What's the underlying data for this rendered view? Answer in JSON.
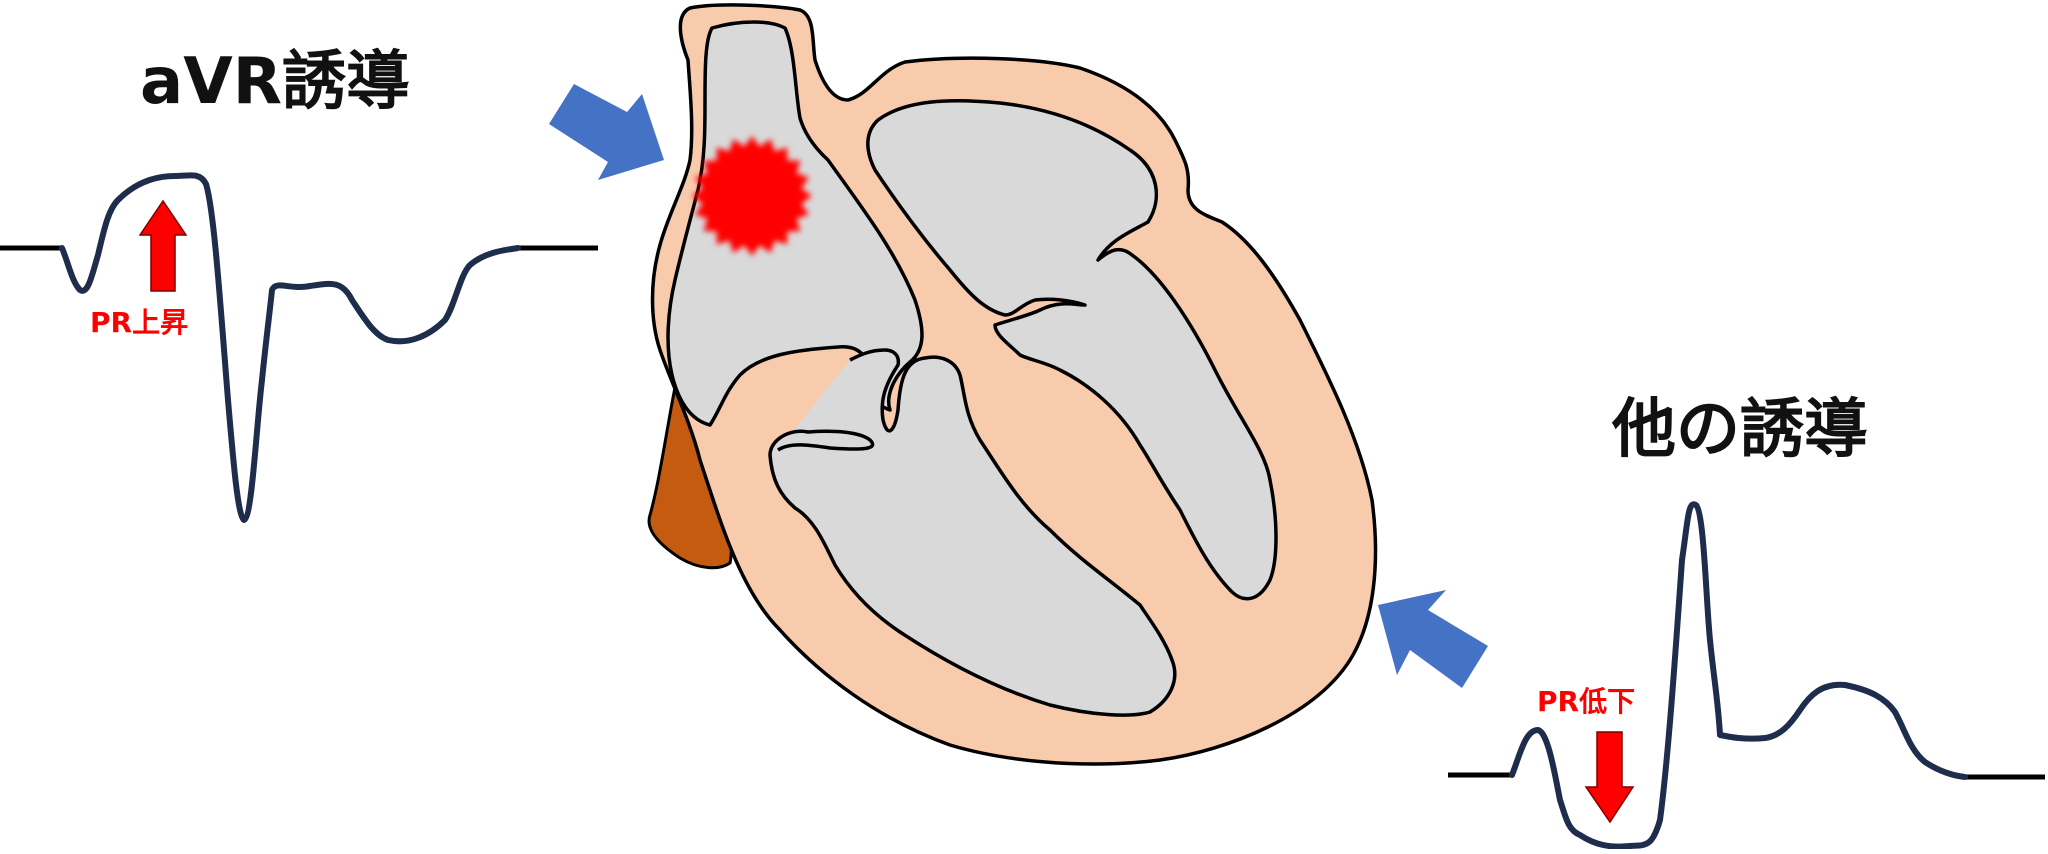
{
  "left_lead": {
    "title": "aVR誘導",
    "pr_label": "PR上昇"
  },
  "right_lead": {
    "title": "他の誘導",
    "pr_label": "PR低下"
  },
  "colors": {
    "heart_wall": "#f8cbad",
    "chamber": "#d9d9d9",
    "vessel": "#c55a11",
    "outline": "#000000",
    "ecg_trace": "#1f2d4d",
    "baseline": "#000000",
    "view_arrow": "#4472c4",
    "pr_arrow": "#ff0000",
    "pr_text": "#ff0000",
    "sa_node": "#ff0000"
  },
  "icons": {
    "view_arrow": "block-arrow-icon",
    "pr_up": "arrow-up-icon",
    "pr_down": "arrow-down-icon",
    "sa_node": "starburst-icon"
  }
}
